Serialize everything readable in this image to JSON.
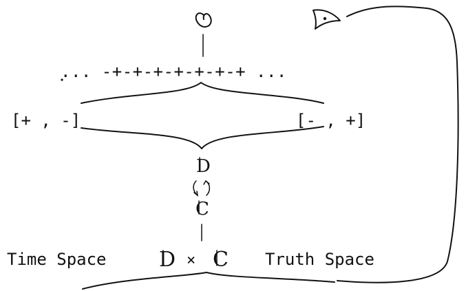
{
  "diagram": {
    "sequence_line": "... -+-+-+-+-+-+-+ ...",
    "interval_left": "[+ , -]",
    "interval_right": "[- , +]",
    "symbol_d": "D",
    "symbol_c": "C",
    "bottom_left_label": "Time Space",
    "bottom_times": "×",
    "bottom_right_label": "Truth Space"
  }
}
